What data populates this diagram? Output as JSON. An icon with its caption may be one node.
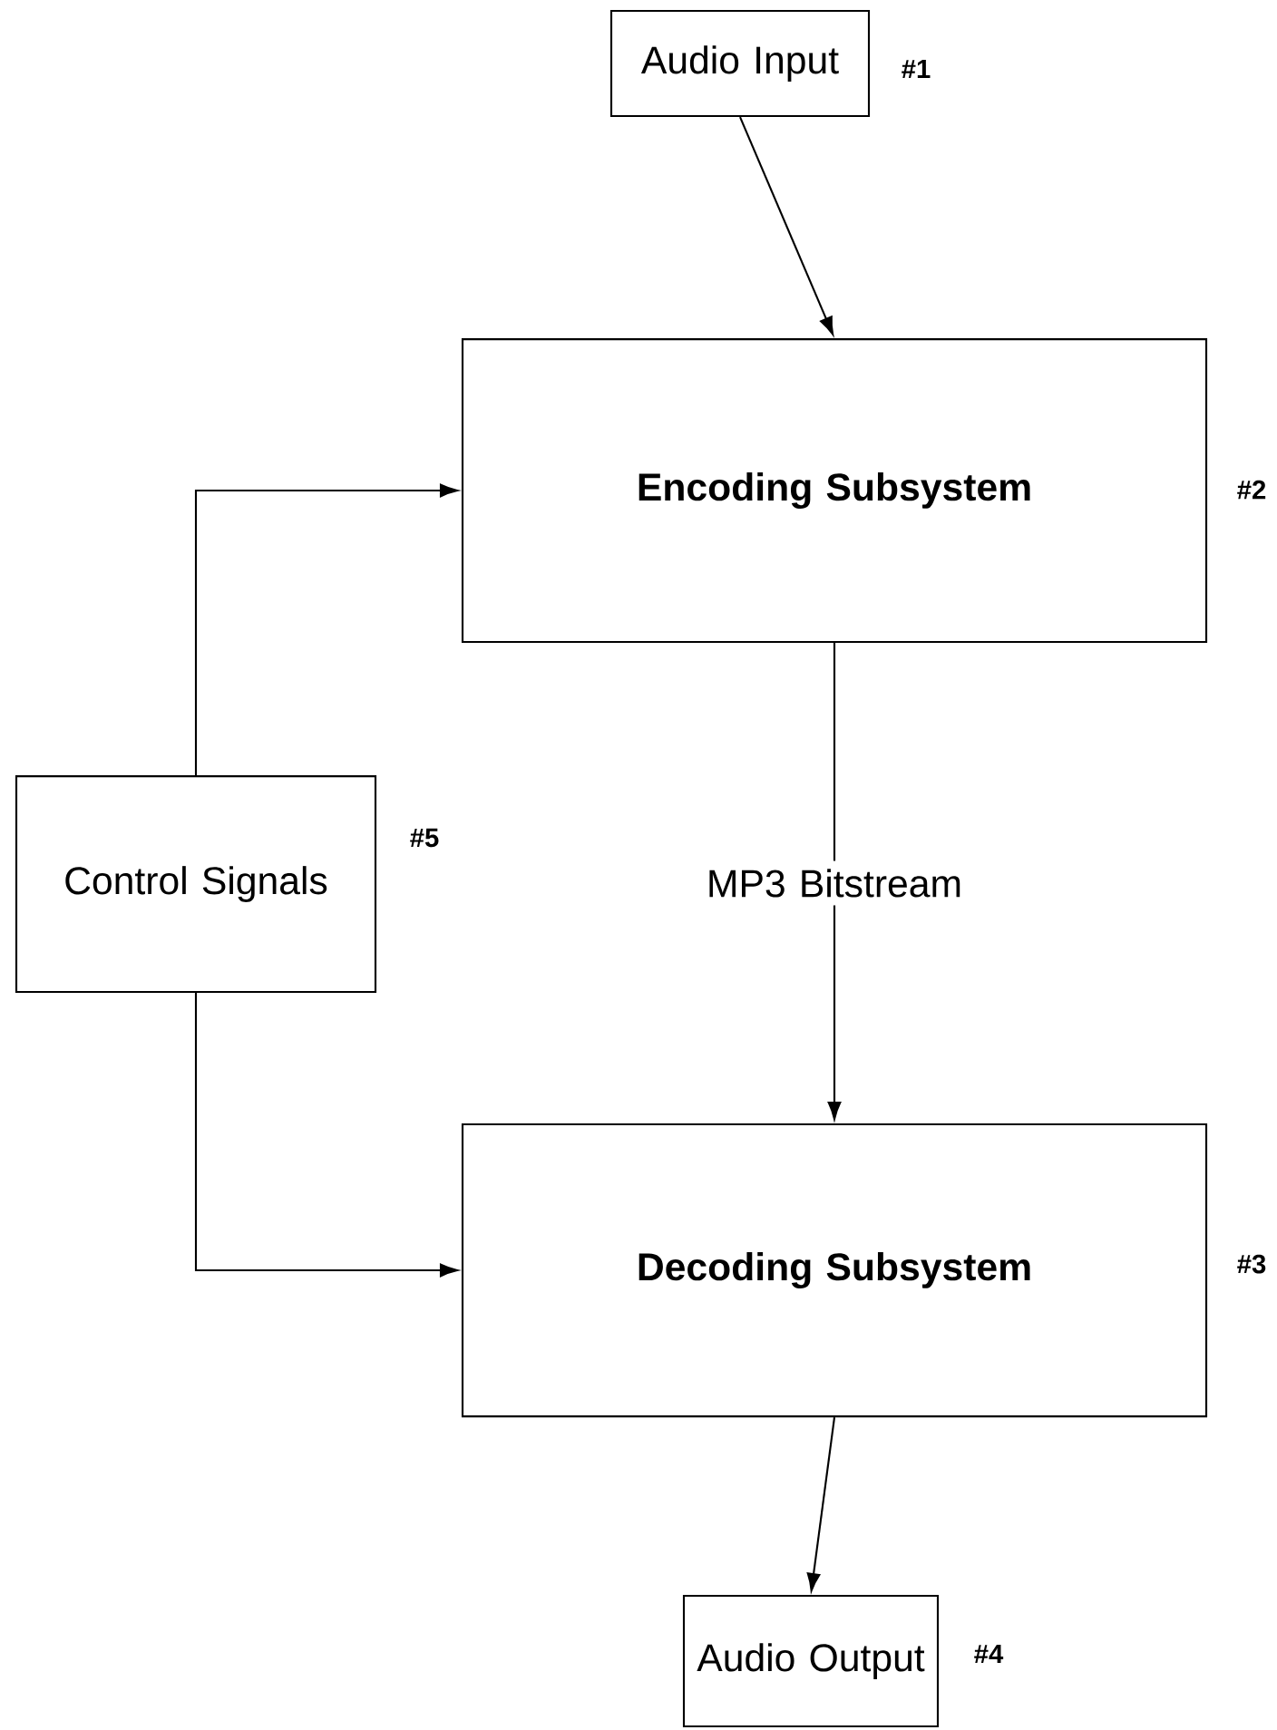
{
  "diagram": {
    "nodes": [
      {
        "text": [
          "Audio Input"
        ],
        "beside": [
          "#1"
        ]
      },
      {
        "text": [
          "Encoding Subsystem"
        ],
        "beside": [
          "#2"
        ]
      },
      {
        "text": [
          "Decoding Subsystem"
        ],
        "beside": [
          "#3"
        ]
      },
      {
        "text": [
          "Audio Output"
        ],
        "beside": [
          "#4"
        ]
      },
      {
        "text": [
          "Control Signals"
        ],
        "beside": [
          "#5"
        ]
      }
    ],
    "edges": [
      {
        "from": 0,
        "to": 1,
        "arrow": "to"
      },
      {
        "from": 1,
        "to": 2,
        "arrow": "to",
        "label": "MP3 Bitstream"
      },
      {
        "from": 2,
        "to": 3,
        "arrow": "to"
      },
      {
        "from": 4,
        "to": 1,
        "arrow": "to"
      },
      {
        "from": 4,
        "to": 2,
        "arrow": "to"
      }
    ]
  }
}
